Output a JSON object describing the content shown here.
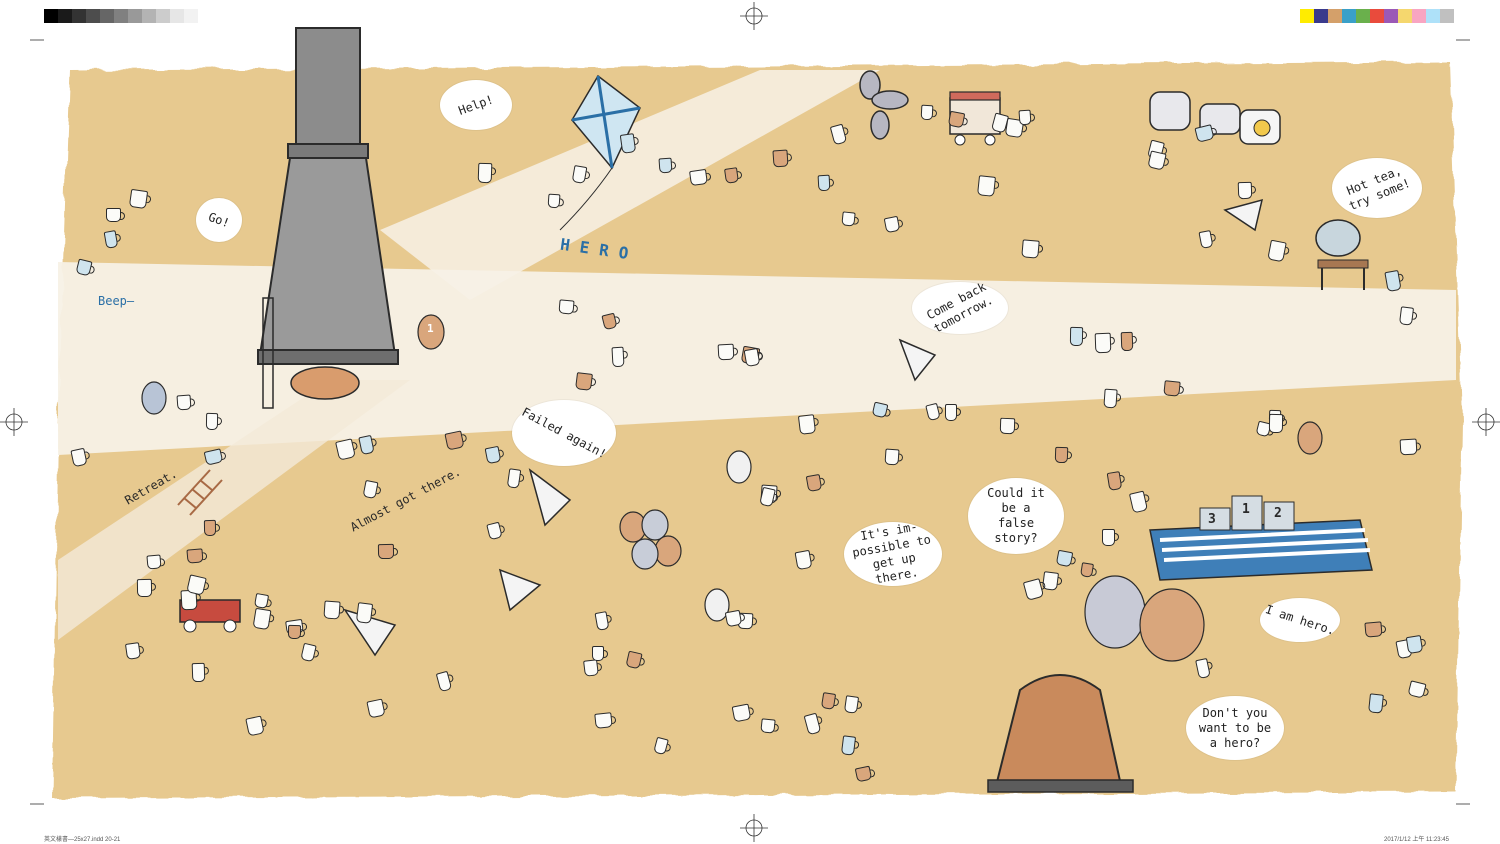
{
  "colors": {
    "paper": "#ffffff",
    "sand": "#e7c98f",
    "light_beam": "#f6efe3",
    "tower": "#8a8a8a",
    "accent_blue": "#5aa2c8",
    "accent_brown": "#c98a5c",
    "ink": "#2a2a2a"
  },
  "speech": {
    "help": "Help!",
    "go": "Go!",
    "beep": "Beep—",
    "retreat": "Retreat.",
    "failed_again": "Failed again!",
    "almost_got_there": "Almost got there.",
    "come_back_tomorrow": "Come back tomorrow.",
    "hot_tea": "Hot tea, try some!",
    "could_it_be": "Could it be a false story?",
    "impossible": "It's im-possible to get up there.",
    "i_am_hero": "I am hero.",
    "dont_you_want": "Don't you want to be a hero?"
  },
  "signs": {
    "hero_letters": "HERO",
    "podium_1": "1",
    "podium_2": "2",
    "podium_3": "3",
    "balloon_number": "1"
  },
  "footer": {
    "file_info": "英文樣書—25x27.indd  20-21",
    "timestamp": "2017/1/12  上午 11:23:45"
  },
  "color_bar_left": [
    "#000000",
    "#1a1a1a",
    "#333333",
    "#4d4d4d",
    "#666666",
    "#808080",
    "#999999",
    "#b3b3b3",
    "#cccccc",
    "#e6e6e6",
    "#f2f2f2",
    "#ffffff"
  ],
  "color_bar_right": [
    "#ffec00",
    "#3a3a8c",
    "#d4a06a",
    "#3aa0c8",
    "#6ab04c",
    "#e94b3c",
    "#9b59b6",
    "#f5d76e",
    "#f8a5c2",
    "#aee1f9",
    "#c0c0c0"
  ]
}
